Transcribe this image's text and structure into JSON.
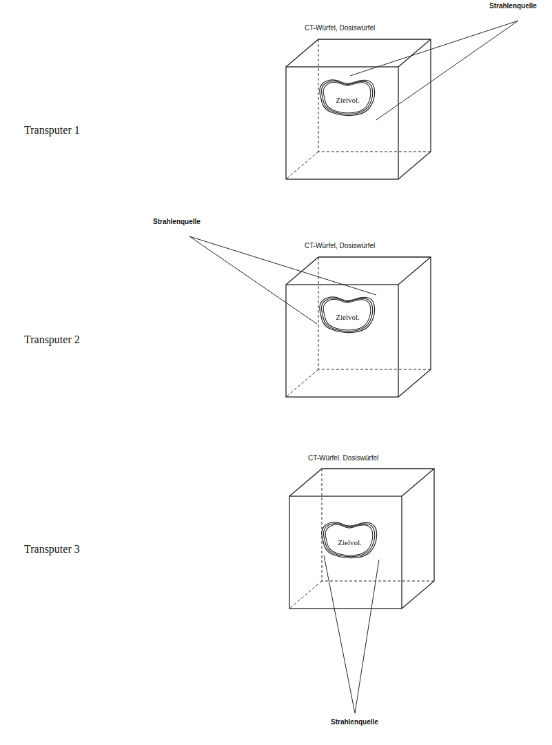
{
  "diagram": {
    "nodes": [
      {
        "text": [
          "CT-Würfel, Dosiswürfel"
        ]
      },
      {
        "text": [
          "Zielvol."
        ],
        "in": 0
      },
      {
        "text": [
          "CT-Würfel, Dosiswürfel"
        ]
      },
      {
        "text": [
          "Zielvol."
        ],
        "in": 2
      },
      {
        "text": [
          "CT-Würfel. Dosiswürfel"
        ]
      },
      {
        "text": [
          "Zielvol."
        ],
        "in": 4
      }
    ],
    "labels": [
      "Strahlenquelle",
      "Transputer 1",
      "Strahlenquelle",
      "Transputer 2",
      "Transputer 3",
      "Strahlenquelle"
    ]
  }
}
